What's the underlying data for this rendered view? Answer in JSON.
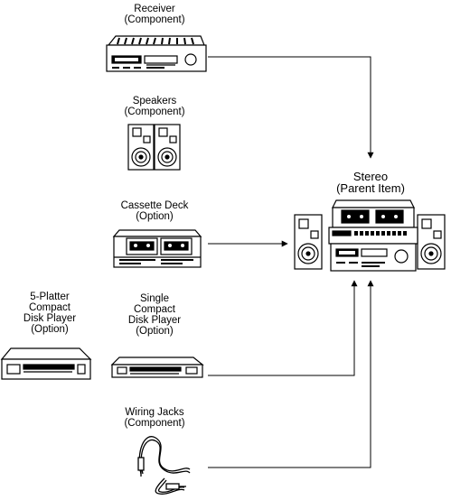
{
  "receiver": {
    "name": "Receiver",
    "type": "(Component)"
  },
  "speakers": {
    "name": "Speakers",
    "type": "(Component)"
  },
  "cassette": {
    "name": "Cassette Deck",
    "type": "(Option)"
  },
  "five_platter": {
    "line1": "5-Platter",
    "line2": "Compact",
    "line3": "Disk Player",
    "type": "(Option)"
  },
  "single_cd": {
    "line1": "Single",
    "line2": "Compact",
    "line3": "Disk Player",
    "type": "(Option)"
  },
  "wiring": {
    "name": "Wiring Jacks",
    "type": "(Component)"
  },
  "stereo": {
    "name": "Stereo",
    "type": "(Parent Item)"
  }
}
